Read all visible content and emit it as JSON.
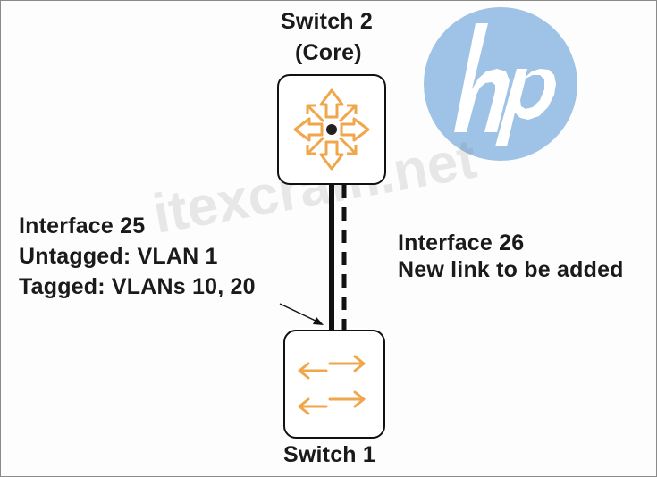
{
  "switch2": {
    "name": "Switch 2",
    "role": "(Core)",
    "icon": "core-switch-arrows-icon"
  },
  "switch1": {
    "name": "Switch 1",
    "icon": "access-switch-arrows-icon"
  },
  "interface25": {
    "name": "Interface 25",
    "untagged": "Untagged: VLAN 1",
    "tagged": "Tagged: VLANs 10, 20",
    "link_style": "solid"
  },
  "interface26": {
    "name": "Interface 26",
    "description": "New link to be added",
    "link_style": "dashed"
  },
  "logo": {
    "text": "hp",
    "color": "#9fc3e6"
  },
  "watermark": "itexcram.net",
  "colors": {
    "icon_orange": "#f0a64a",
    "outline": "#111111",
    "text": "#1a1a1a"
  }
}
